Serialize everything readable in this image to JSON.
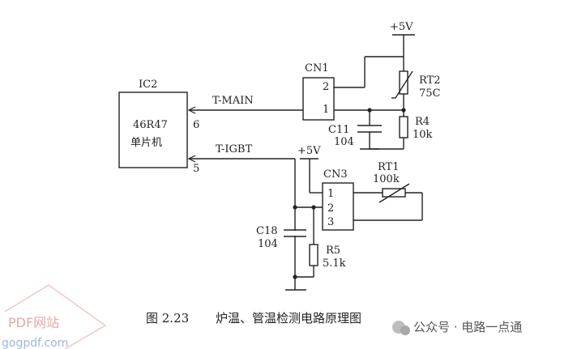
{
  "diagram": {
    "ic2": {
      "ref": "IC2",
      "part": "46R47",
      "desc": "单片机",
      "pin6": "6",
      "pin5": "5"
    },
    "signals": {
      "t_main": "T-MAIN",
      "t_igbt": "T-IGBT"
    },
    "cn1": {
      "ref": "CN1",
      "pin1": "1",
      "pin2": "2"
    },
    "cn3": {
      "ref": "CN3",
      "pin1": "1",
      "pin2": "2",
      "pin3": "3"
    },
    "supply_top": "+5V",
    "supply_mid": "+5V",
    "rt2": {
      "ref": "RT2",
      "value": "75C"
    },
    "r4": {
      "ref": "R4",
      "value": "10k"
    },
    "c11": {
      "ref": "C11",
      "value": "104"
    },
    "rt1": {
      "ref": "RT1",
      "value": "100k"
    },
    "c18": {
      "ref": "C18",
      "value": "104"
    },
    "r5": {
      "ref": "R5",
      "value": "5.1k"
    }
  },
  "caption": {
    "figure_no": "图 2.23",
    "title": "炉温、管温检测电路原理图"
  },
  "watermarks": {
    "site": "PDF网站",
    "url": "gogpdf.com",
    "wechat": "公众号 · 电路一点通"
  },
  "colors": {
    "ink": "#222222",
    "watermark": "#e8a6a6",
    "url_watermark": "#9fb6e0"
  }
}
